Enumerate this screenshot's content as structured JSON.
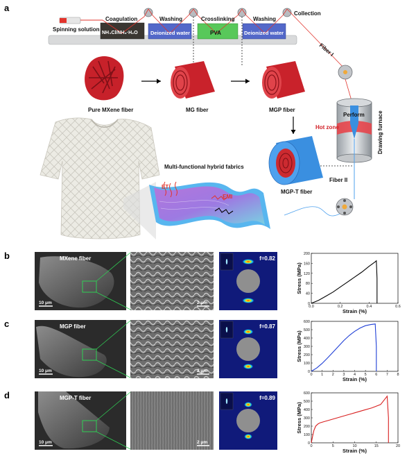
{
  "panels": {
    "a": "a",
    "b": "b",
    "c": "c",
    "d": "d"
  },
  "process": {
    "spinning_solution": "Spinning solution",
    "coagulation": "Coagulation",
    "coag_bath": "NH₄Cl/NH₃·H₂O",
    "washing1": "Washing",
    "water1": "Deionized water",
    "crosslinking": "Crosslinking",
    "pva": "PVA",
    "washing2": "Washing",
    "water2": "Deionized water",
    "collection": "Collection",
    "fiber_i": "Fiber I",
    "fiber_ii": "Fiber II",
    "perform": "Perform",
    "hot_zone": "Hot zone",
    "drawing_furnace": "Drawing furnace"
  },
  "fibers": {
    "pure": "Pure MXene fiber",
    "mg": "MG fiber",
    "mgp": "MGP fiber",
    "mgpt": "MGP-T fiber"
  },
  "fabric": {
    "title": "Multi-functional hybrid fabrics",
    "et": "ET",
    "emi": "EMI"
  },
  "rows": [
    {
      "id": "b",
      "sem_label": "MXene fiber",
      "scale_low": "10 μm",
      "scale_high": "2 μm",
      "orientation": "f=0.82"
    },
    {
      "id": "c",
      "sem_label": "MGP fiber",
      "scale_low": "10 μm",
      "scale_high": "2 μm",
      "orientation": "f=0.87"
    },
    {
      "id": "d",
      "sem_label": "MGP-T fiber",
      "scale_low": "10 μm",
      "scale_high": "2 μm",
      "orientation": "f=0.89"
    }
  ],
  "chart_data": [
    {
      "type": "line",
      "xlabel": "Strain (%)",
      "ylabel": "Stress (MPa)",
      "xlim": [
        0,
        0.6
      ],
      "ylim": [
        0,
        200
      ],
      "xticks": [
        "0.0",
        "0.2",
        "0.4",
        "0.6"
      ],
      "yticks": [
        "0",
        "40",
        "80",
        "120",
        "160",
        "200"
      ],
      "color": "#000000",
      "x": [
        0,
        0.05,
        0.1,
        0.15,
        0.2,
        0.25,
        0.3,
        0.35,
        0.4,
        0.44,
        0.45,
        0.455,
        0.455
      ],
      "y": [
        0,
        12,
        28,
        45,
        65,
        85,
        105,
        125,
        148,
        165,
        170,
        100,
        0
      ]
    },
    {
      "type": "line",
      "xlabel": "Strain (%)",
      "ylabel": "Stress (MPa)",
      "xlim": [
        0,
        8
      ],
      "ylim": [
        0,
        600
      ],
      "xticks": [
        "0",
        "1",
        "2",
        "3",
        "4",
        "5",
        "6",
        "7",
        "8"
      ],
      "yticks": [
        "0",
        "100",
        "200",
        "300",
        "400",
        "500",
        "600"
      ],
      "color": "#1f3fd6",
      "x": [
        0,
        0.5,
        1,
        1.5,
        2,
        2.5,
        3,
        3.5,
        4,
        4.5,
        5,
        5.5,
        5.9,
        6.0,
        6.0
      ],
      "y": [
        0,
        40,
        95,
        160,
        230,
        300,
        370,
        430,
        480,
        520,
        548,
        562,
        568,
        300,
        0
      ]
    },
    {
      "type": "line",
      "xlabel": "Strain (%)",
      "ylabel": "Stress (MPa)",
      "xlim": [
        0,
        20
      ],
      "ylim": [
        0,
        600
      ],
      "xticks": [
        "0",
        "5",
        "10",
        "15",
        "20"
      ],
      "yticks": [
        "0",
        "100",
        "200",
        "300",
        "400",
        "500",
        "600"
      ],
      "color": "#d81e1e",
      "x": [
        0,
        0.3,
        0.6,
        1,
        1.5,
        2,
        3,
        4,
        6,
        8,
        10,
        12,
        14,
        16,
        17.5,
        17.8,
        17.8
      ],
      "y": [
        0,
        80,
        150,
        200,
        225,
        240,
        255,
        270,
        300,
        330,
        360,
        390,
        420,
        460,
        560,
        300,
        0
      ]
    }
  ]
}
